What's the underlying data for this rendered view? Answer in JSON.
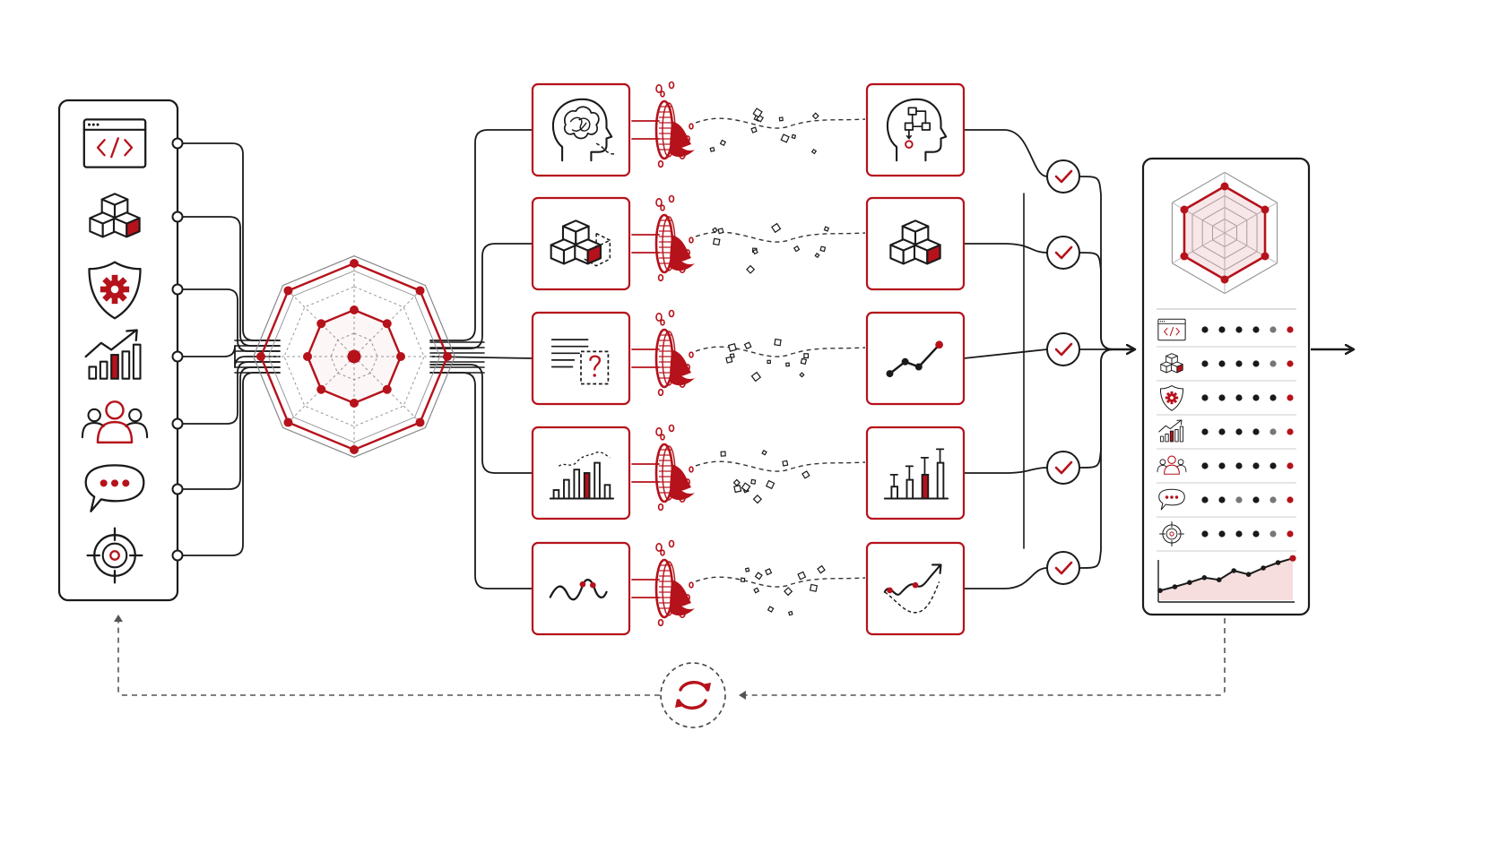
{
  "colors": {
    "accent": "#b5121b",
    "ink": "#1a1a1a",
    "muted": "#777777",
    "soft": "#f6dede",
    "bg": "#ffffff"
  },
  "inputs": {
    "icons": [
      "code-window-icon",
      "cubes-icon",
      "shield-gear-icon",
      "growth-chart-icon",
      "users-group-icon",
      "chat-bubble-icon",
      "target-icon"
    ]
  },
  "stages": [
    {
      "raw_icon": "tangled-thought-head-icon",
      "clean_icon": "structured-flow-head-icon"
    },
    {
      "raw_icon": "cubes-dashed-icon",
      "clean_icon": "cubes-icon"
    },
    {
      "raw_icon": "question-document-icon",
      "clean_icon": "line-points-icon"
    },
    {
      "raw_icon": "bar-chart-noisy-icon",
      "clean_icon": "bar-error-chart-icon"
    },
    {
      "raw_icon": "wave-signal-icon",
      "clean_icon": "trend-arrow-icon"
    }
  ],
  "radar": {
    "axes": 8,
    "outer": [
      1,
      1,
      1,
      1,
      1,
      1,
      1,
      1
    ],
    "inner": [
      0.5,
      0.5,
      0.5,
      0.5,
      0.5,
      0.5,
      0.5,
      0.5
    ]
  },
  "output": {
    "radar": {
      "axes": 6,
      "values": [
        1,
        1,
        1,
        1,
        1,
        1
      ]
    },
    "rows": [
      {
        "icon": "code-window-icon",
        "dots": [
          "k",
          "k",
          "k",
          "k",
          "g",
          "r"
        ]
      },
      {
        "icon": "cubes-icon",
        "dots": [
          "k",
          "k",
          "k",
          "k",
          "g",
          "r"
        ]
      },
      {
        "icon": "shield-gear-icon",
        "dots": [
          "k",
          "k",
          "k",
          "k",
          "k",
          "r"
        ]
      },
      {
        "icon": "growth-chart-icon",
        "dots": [
          "k",
          "k",
          "k",
          "k",
          "g",
          "r"
        ]
      },
      {
        "icon": "users-group-icon",
        "dots": [
          "k",
          "k",
          "k",
          "k",
          "k",
          "r"
        ]
      },
      {
        "icon": "chat-bubble-icon",
        "dots": [
          "k",
          "k",
          "g",
          "k",
          "g",
          "r"
        ]
      },
      {
        "icon": "target-icon",
        "dots": [
          "k",
          "k",
          "k",
          "k",
          "g",
          "r"
        ]
      }
    ],
    "trend": [
      0.18,
      0.25,
      0.33,
      0.42,
      0.38,
      0.55,
      0.48,
      0.6,
      0.7,
      0.78
    ]
  },
  "feedback_icon": "refresh-cycle-icon"
}
